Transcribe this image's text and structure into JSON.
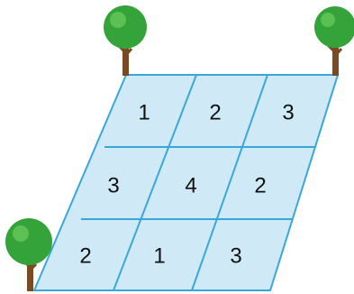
{
  "grid": {
    "rows": [
      [
        "1",
        "2",
        "3"
      ],
      [
        "3",
        "4",
        "2"
      ],
      [
        "2",
        "1",
        "3"
      ]
    ]
  },
  "colors": {
    "field_fill": "#cfe9f7",
    "grid_line": "#3aa7d9",
    "trunk": "#7a4a22",
    "foliage": "#34a33a",
    "foliage_light": "#5cc052"
  },
  "icons": [
    "tree-icon",
    "tree-icon",
    "tree-icon"
  ]
}
